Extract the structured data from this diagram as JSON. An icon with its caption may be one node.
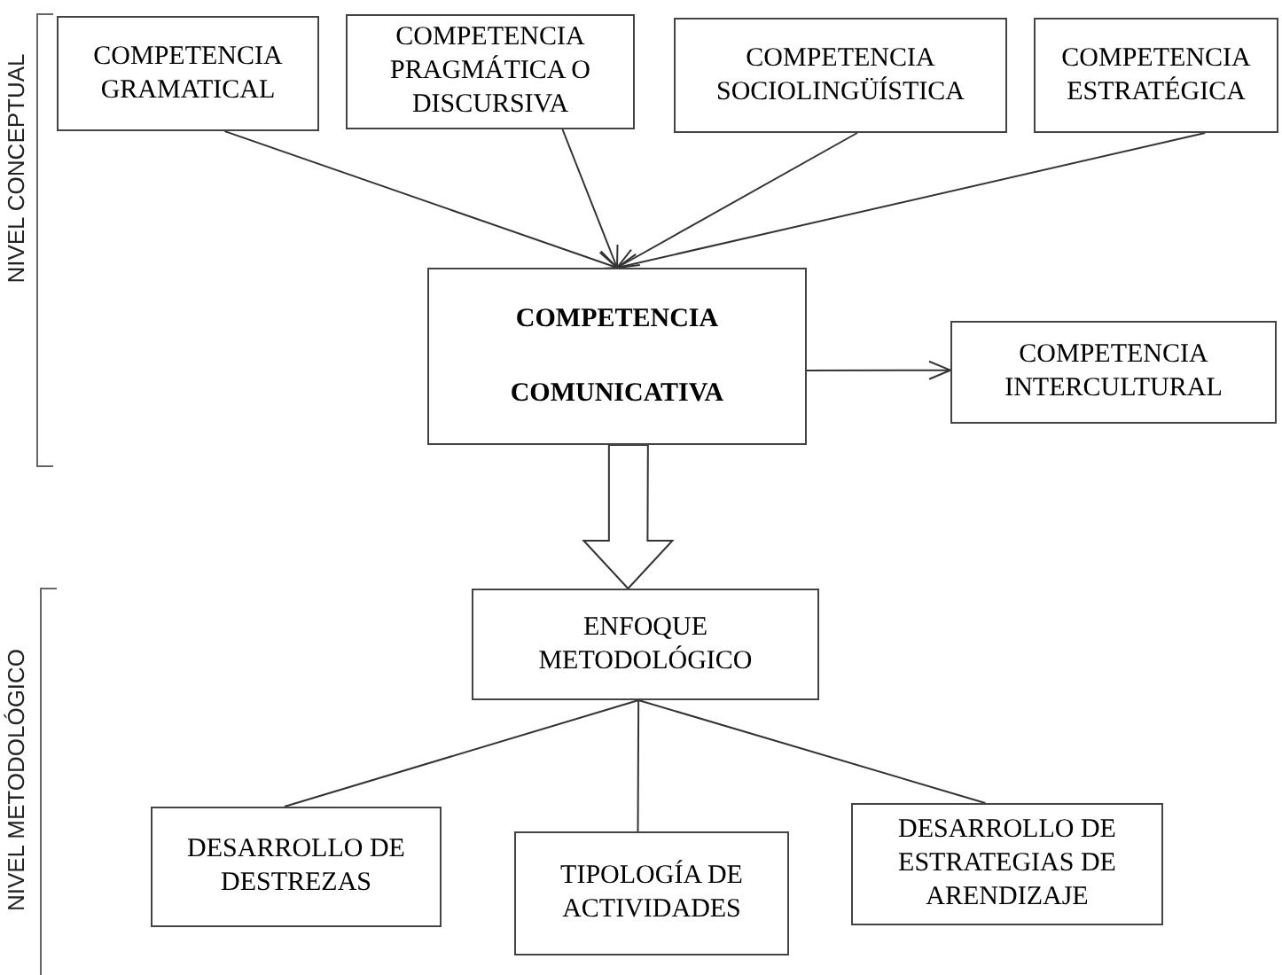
{
  "diagram": {
    "nodes": [
      {
        "text": [
          "COMPETENCIA GRAMATICAL"
        ]
      },
      {
        "text": [
          "COMPETENCIA PRAGMÁTICA O DISCURSIVA"
        ]
      },
      {
        "text": [
          "COMPETENCIA SOCIOLINGÜÍSTICA"
        ]
      },
      {
        "text": [
          "COMPETENCIA ESTRATÉGICA"
        ]
      },
      {
        "text": [
          "COMPETENCIA COMUNICATIVA"
        ]
      },
      {
        "text": [
          "COMPETENCIA INTERCULTURAL"
        ]
      },
      {
        "text": [
          "ENFOQUE METODOLÓGICO"
        ]
      },
      {
        "text": [
          "DESARROLLO DE DESTREZAS"
        ]
      },
      {
        "text": [
          "TIPOLOGÍA DE ACTIVIDADES"
        ]
      },
      {
        "text": [
          "DESARROLLO DE ESTRATEGIAS DE ARENDIZAJE"
        ]
      }
    ],
    "edges": [
      {
        "from": 0,
        "to": 4,
        "arrow": "to"
      },
      {
        "from": 1,
        "to": 4,
        "arrow": "to"
      },
      {
        "from": 2,
        "to": 4,
        "arrow": "to"
      },
      {
        "from": 3,
        "to": 4,
        "arrow": "to"
      },
      {
        "from": 4,
        "to": 5,
        "arrow": "to"
      },
      {
        "from": 4,
        "to": 6,
        "arrow": "to",
        "style": "thick"
      },
      {
        "from": 6,
        "to": 7,
        "arrow": "none"
      },
      {
        "from": 6,
        "to": 8,
        "arrow": "none"
      },
      {
        "from": 6,
        "to": 9,
        "arrow": "none"
      }
    ],
    "labels": [
      "NIVEL CONCEPTUAL",
      "NIVEL METODOLÓGICO"
    ]
  }
}
